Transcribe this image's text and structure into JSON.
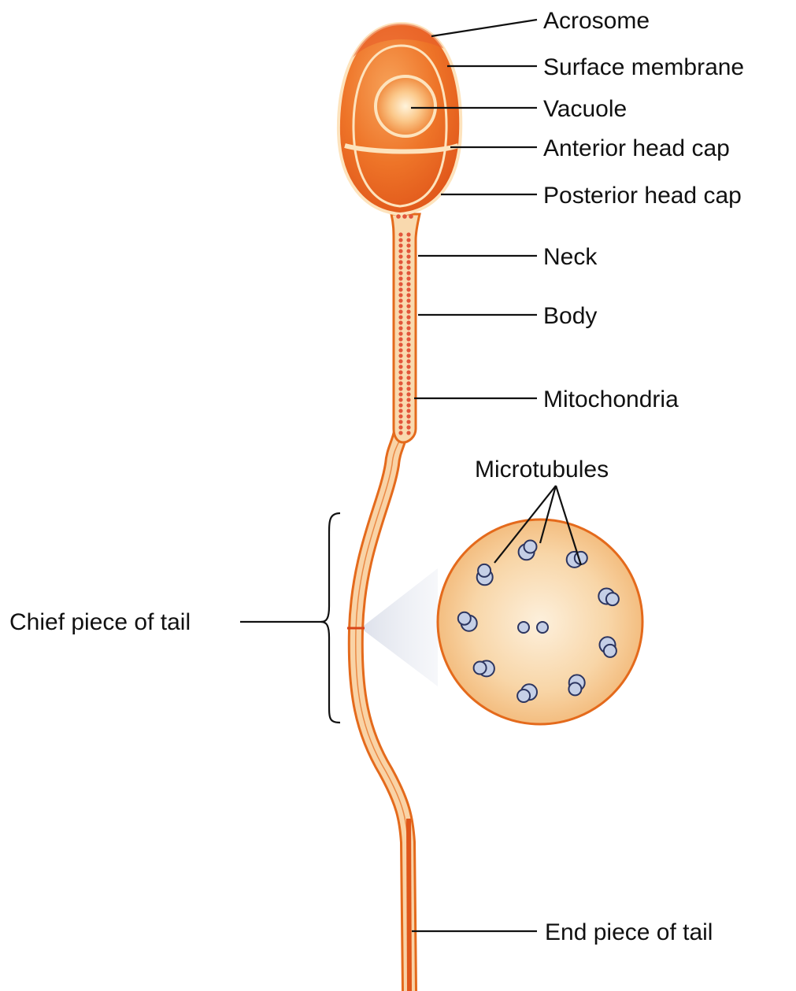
{
  "labels": {
    "acrosome": "Acrosome",
    "surface_membrane": "Surface membrane",
    "vacuole": "Vacuole",
    "anterior_head_cap": "Anterior head cap",
    "posterior_head_cap": "Posterior head cap",
    "neck": "Neck",
    "body": "Body",
    "mitochondria": "Mitochondria",
    "microtubules": "Microtubules",
    "chief_piece_of_tail": "Chief piece of tail",
    "end_piece_of_tail": "End piece of tail"
  },
  "colors": {
    "head_fill": "#ea6a1e",
    "acrosome_fill": "#e85b2a",
    "membrane": "#fde3bd",
    "tail_fill": "#f9d3a6",
    "tail_outline": "#e46a1c",
    "mitochondria": "#e2553a",
    "cross_section_fill": "#f6c48a",
    "microtubule_fill": "#c5cfe6",
    "microtubule_outline": "#2c3560"
  }
}
